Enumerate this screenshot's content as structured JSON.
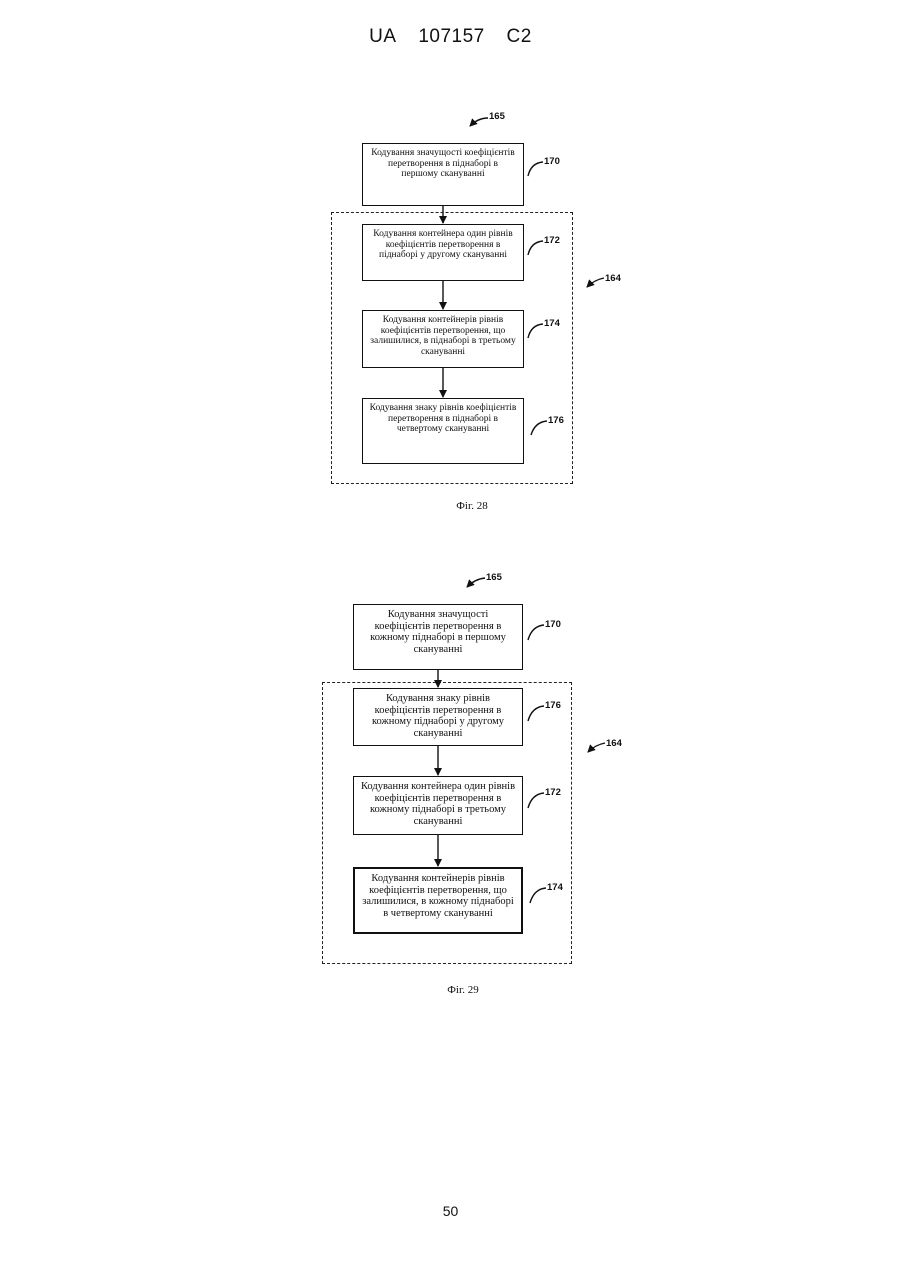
{
  "header": {
    "country": "UA",
    "number": "107157",
    "kind": "C2"
  },
  "page_number": "50",
  "fig28": {
    "caption": "Фіг. 28",
    "refs": {
      "flow": "165",
      "group": "164",
      "b1": "170",
      "b2": "172",
      "b3": "174",
      "b4": "176"
    },
    "boxes": [
      "Кодування значущості коефіцієнтів перетворення в піднаборі в першому скануванні",
      "Кодування контейнера один рівнів коефіцієнтів перетворення в піднаборі у другому скануванні",
      "Кодування контейнерів рівнів коефіцієнтів перетворення, що залишилися, в піднаборі в третьому скануванні",
      "Кодування знаку рівнів коефіцієнтів перетворення в піднаборі в четвертому скануванні"
    ]
  },
  "fig29": {
    "caption": "Фіг. 29",
    "refs": {
      "flow": "165",
      "group": "164",
      "b1": "170",
      "b2": "176",
      "b3": "172",
      "b4": "174"
    },
    "boxes": [
      "Кодування значущості коефіцієнтів перетворення в кожному піднаборі в першому скануванні",
      "Кодування знаку рівнів коефіцієнтів перетворення в кожному піднаборі у другому скануванні",
      "Кодування контейнера один рівнів коефіцієнтів перетворення в кожному піднаборі в третьому скануванні",
      "Кодування контейнерів рівнів коефіцієнтів перетворення, що залишилися, в кожному піднаборі в четвертому скануванні"
    ]
  }
}
